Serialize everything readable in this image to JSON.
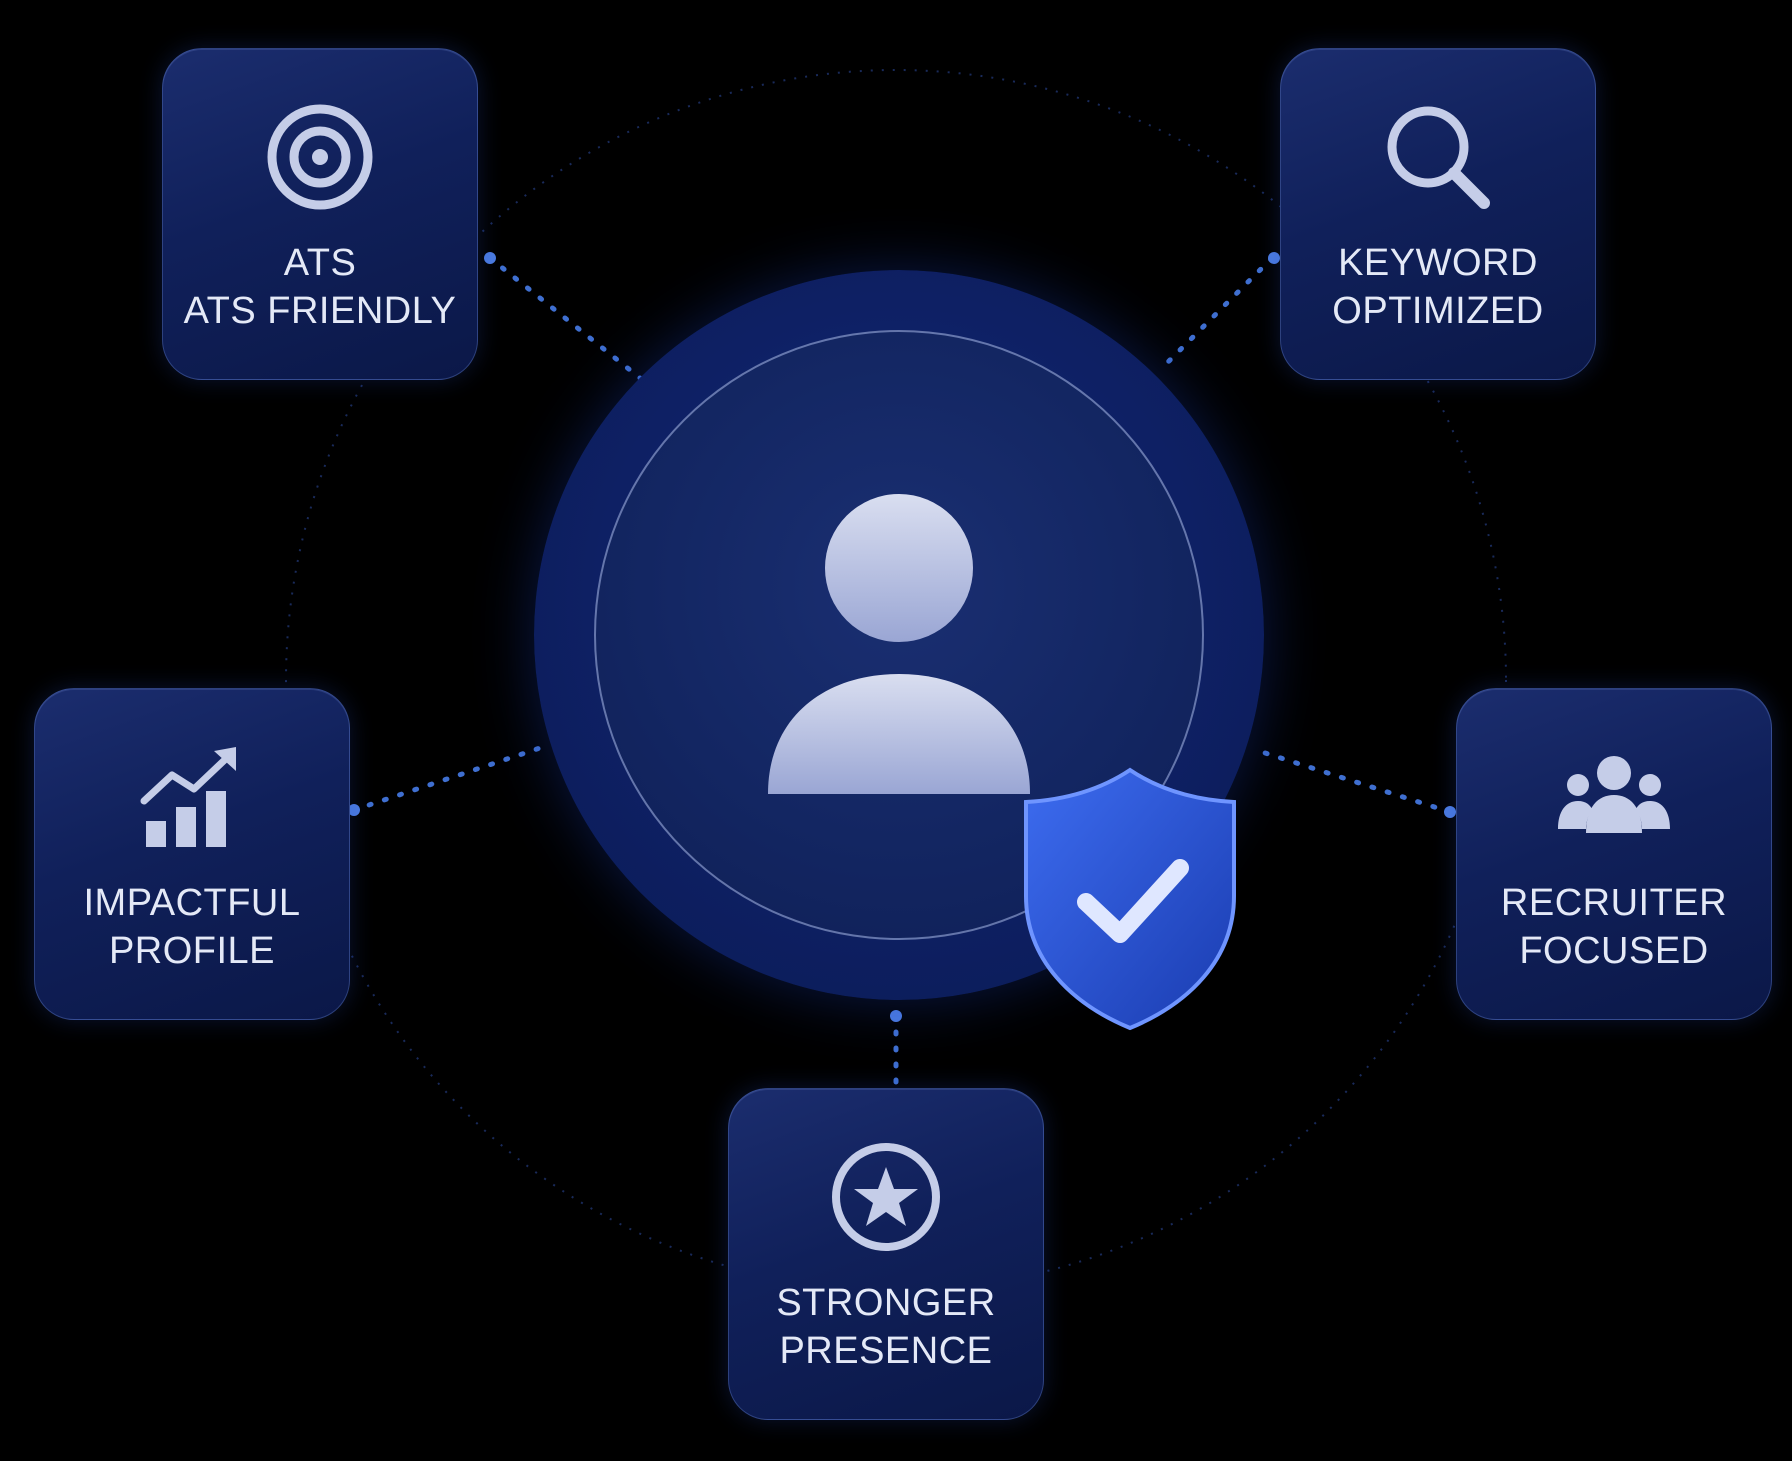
{
  "cards": [
    {
      "id": "ats",
      "icon": "target-icon",
      "lines": [
        "ATS",
        "ATS FRIENDLY"
      ]
    },
    {
      "id": "keyword",
      "icon": "magnifier-icon",
      "lines": [
        "KEYWORD",
        "OPTIMIZED"
      ]
    },
    {
      "id": "impactful",
      "icon": "growth-chart-icon",
      "lines": [
        "IMPACTFUL",
        "PROFILE"
      ]
    },
    {
      "id": "recruiter",
      "icon": "people-group-icon",
      "lines": [
        "RECRUITER",
        "FOCUSED"
      ]
    },
    {
      "id": "presence",
      "icon": "star-badge-icon",
      "lines": [
        "STRONGER",
        "PRESENCE"
      ]
    }
  ],
  "center": {
    "icon": "user-avatar-icon",
    "badge_icon": "shield-check-icon"
  },
  "colors": {
    "background": "#000000",
    "card": "#13245f",
    "accent": "#2c56d6",
    "icon": "#c5cde8",
    "connector": "#3f6fd0"
  }
}
